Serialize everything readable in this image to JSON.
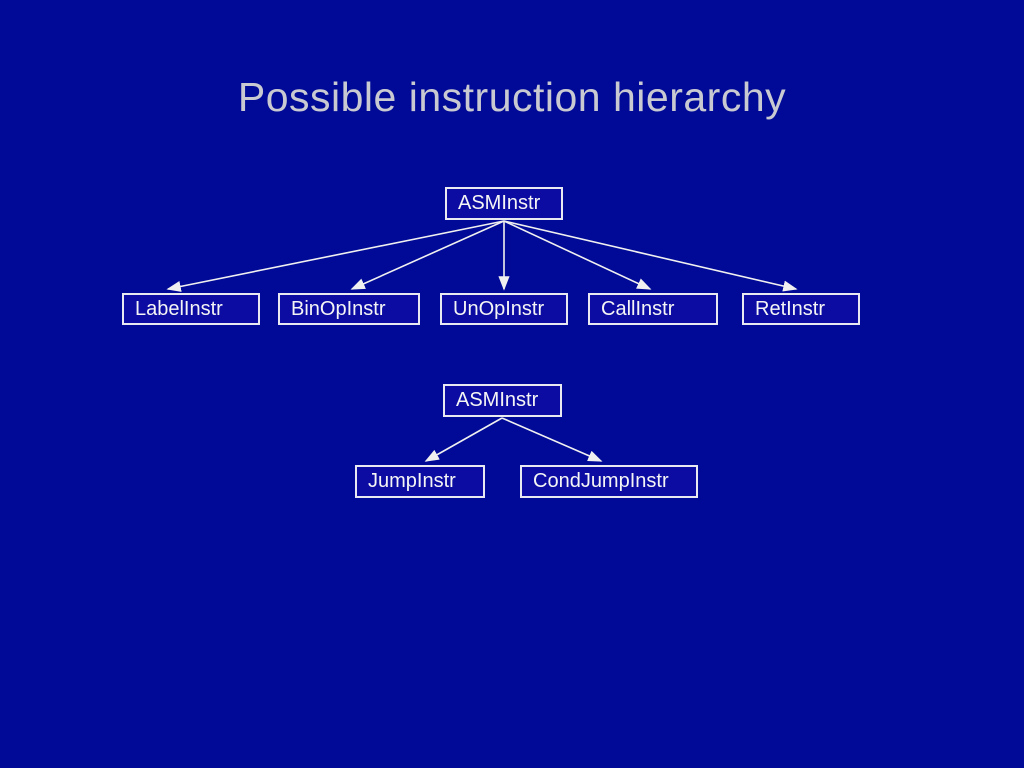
{
  "slide": {
    "title": "Possible instruction hierarchy"
  },
  "colors": {
    "background": "#000a96",
    "box_fill": "#0c0ca3",
    "box_border": "#e9e9f2",
    "box_text": "#f5f5f5",
    "title_text": "#c9c9d2",
    "arrow": "#f0f0f0"
  },
  "hierarchy_top": {
    "root": "ASMInstr",
    "children": [
      "LabelInstr",
      "BinOpInstr",
      "UnOpInstr",
      "CallInstr",
      "RetInstr"
    ]
  },
  "hierarchy_bottom": {
    "root": "ASMInstr",
    "children": [
      "JumpInstr",
      "CondJumpInstr"
    ]
  }
}
